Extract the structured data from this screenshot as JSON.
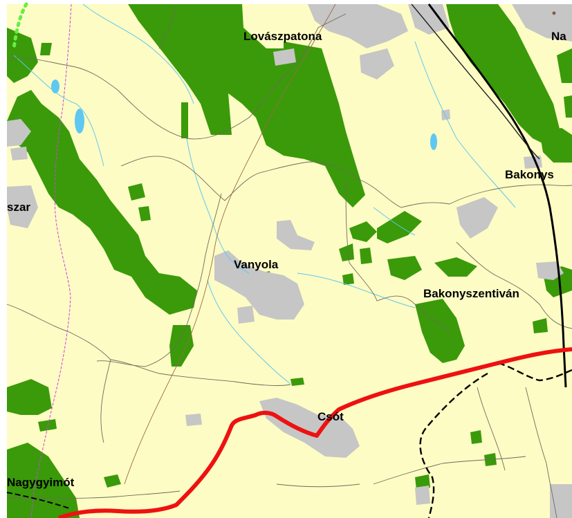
{
  "map": {
    "labels": {
      "lovaszpatona": "Lovászpatona",
      "na": "Na",
      "bakonys": "Bakonys",
      "szar": "szar",
      "vanyola": "Vanyola",
      "bakonyszentivan": "Bakonyszentiván",
      "csot": "Csót",
      "nagygyimot": "Nagygyimót"
    },
    "colors": {
      "land": "#fdfcc4",
      "forest": "#3a9a0a",
      "settlement": "#c6c6c6",
      "water": "#5fc8f0",
      "boundary": "#6f6a5c",
      "main_road": "#ee1111",
      "railway": "#000000",
      "county_border": "#cc44dd",
      "trail": "#9a6a4a"
    }
  }
}
